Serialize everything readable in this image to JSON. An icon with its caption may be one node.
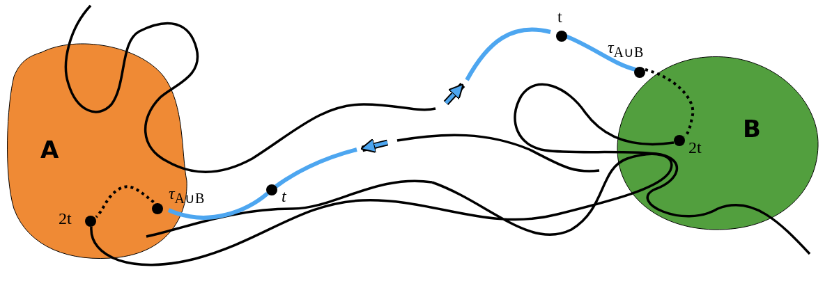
{
  "diagram": {
    "nodes": [
      {
        "text": [
          "A"
        ]
      },
      {
        "text": [
          "B"
        ]
      },
      {
        "text": [
          "2t"
        ],
        "in": 0
      },
      {
        "text": [
          "*τ*$_{A∪B}$"
        ],
        "in": 0
      },
      {
        "text": [
          "t"
        ]
      },
      {
        "text": [
          "t"
        ]
      },
      {
        "text": [
          "*τ*$_{A∪B}$"
        ],
        "in": 1
      },
      {
        "text": [
          "2t"
        ],
        "in": 1
      }
    ],
    "edges": [
      {
        "from": 4,
        "to": 3,
        "arrow": "none",
        "color": "#4da6f0"
      },
      {
        "from": 5,
        "to": 6,
        "arrow": "none",
        "color": "#4da6f0"
      },
      {
        "from": 3,
        "to": 2,
        "arrow": "none",
        "style": "dashed",
        "color": "#000000"
      },
      {
        "from": 6,
        "to": 7,
        "arrow": "none",
        "style": "dashed",
        "color": "#000000"
      }
    ]
  }
}
